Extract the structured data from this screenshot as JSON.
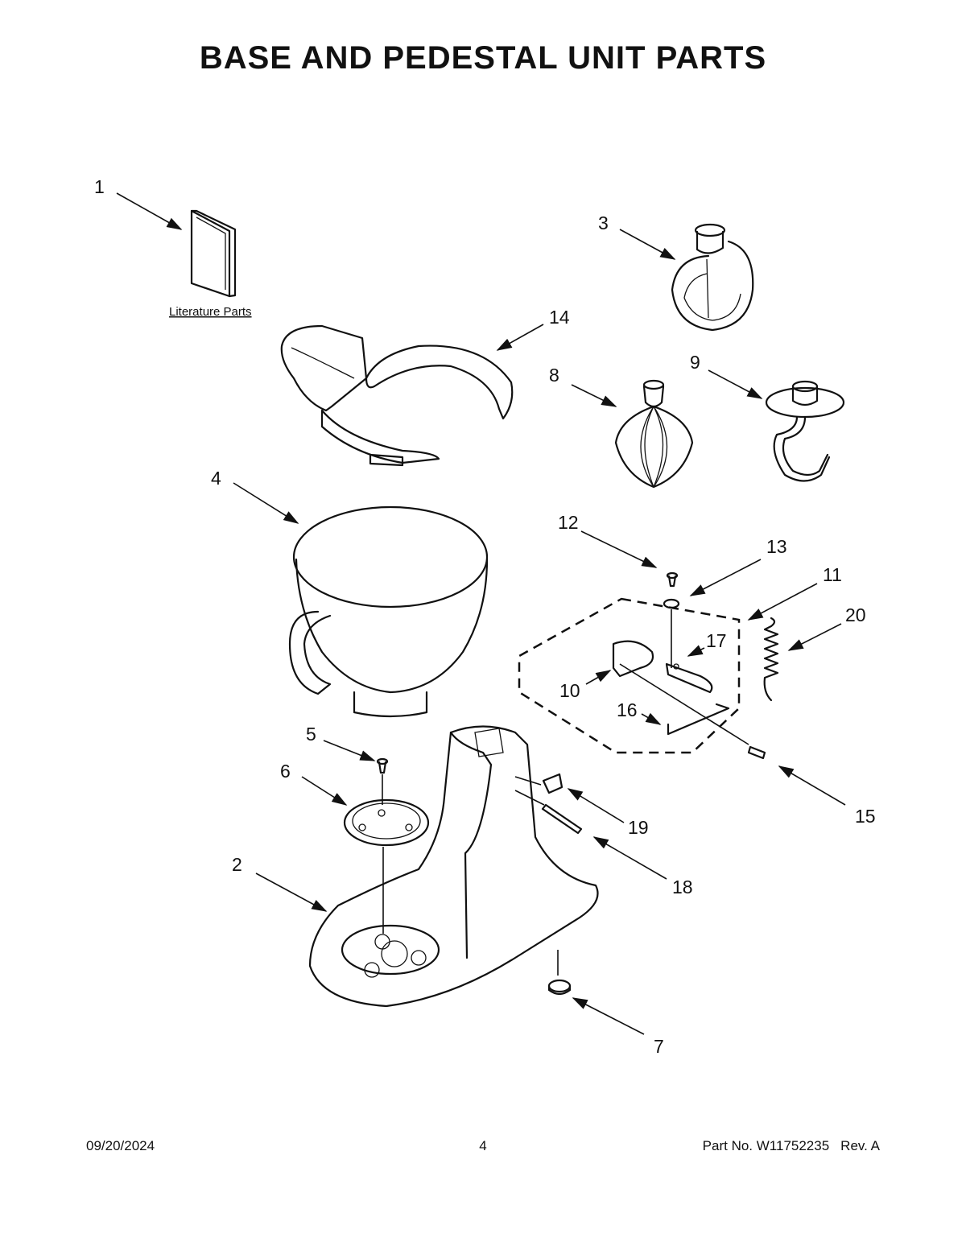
{
  "title": "BASE AND PEDESTAL UNIT PARTS",
  "literature_label": "Literature Parts",
  "callouts": [
    "1",
    "2",
    "3",
    "4",
    "5",
    "6",
    "7",
    "8",
    "9",
    "10",
    "11",
    "12",
    "13",
    "14",
    "15",
    "16",
    "17",
    "18",
    "19",
    "20"
  ],
  "footer": {
    "date": "09/20/2024",
    "page": "4",
    "part_no": "Part No.  W11752235",
    "rev": "Rev.  A"
  }
}
